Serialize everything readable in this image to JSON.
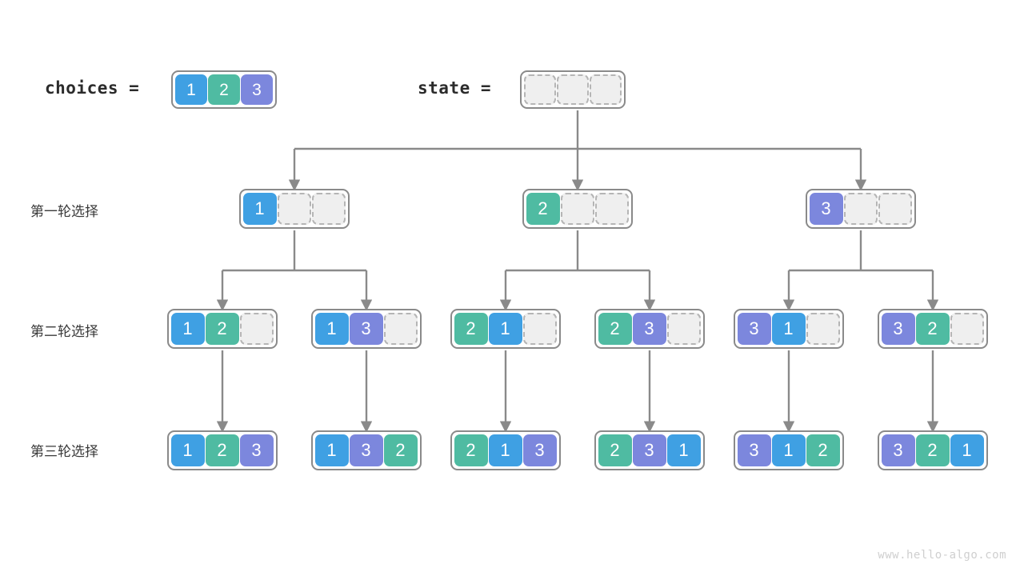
{
  "palette": {
    "blue": "#3FA0E3",
    "teal": "#4FBBA2",
    "purple": "#7C87DD",
    "empty_fill": "#EFEFEF",
    "empty_border": "#B5B5B5",
    "node_border": "#8A8A8A",
    "edge": "#8A8A8A",
    "text": "#2B2B2B",
    "watermark": "#CFCFCF"
  },
  "header": {
    "choices_label": "choices =",
    "state_label": "state =",
    "choices_values": [
      "1",
      "2",
      "3"
    ],
    "state_values": [
      "",
      "",
      ""
    ]
  },
  "rows": [
    {
      "label": "第一轮选择"
    },
    {
      "label": "第二轮选择"
    },
    {
      "label": "第三轮选择"
    }
  ],
  "tree": {
    "level1": [
      {
        "cells": [
          "1",
          "",
          ""
        ]
      },
      {
        "cells": [
          "2",
          "",
          ""
        ]
      },
      {
        "cells": [
          "3",
          "",
          ""
        ]
      }
    ],
    "level2": [
      {
        "cells": [
          "1",
          "2",
          ""
        ]
      },
      {
        "cells": [
          "1",
          "3",
          ""
        ]
      },
      {
        "cells": [
          "2",
          "1",
          ""
        ]
      },
      {
        "cells": [
          "2",
          "3",
          ""
        ]
      },
      {
        "cells": [
          "3",
          "1",
          ""
        ]
      },
      {
        "cells": [
          "3",
          "2",
          ""
        ]
      }
    ],
    "level3": [
      {
        "cells": [
          "1",
          "2",
          "3"
        ]
      },
      {
        "cells": [
          "1",
          "3",
          "2"
        ]
      },
      {
        "cells": [
          "2",
          "1",
          "3"
        ]
      },
      {
        "cells": [
          "2",
          "3",
          "1"
        ]
      },
      {
        "cells": [
          "3",
          "1",
          "2"
        ]
      },
      {
        "cells": [
          "3",
          "2",
          "1"
        ]
      }
    ]
  },
  "watermark": "www.hello-algo.com"
}
